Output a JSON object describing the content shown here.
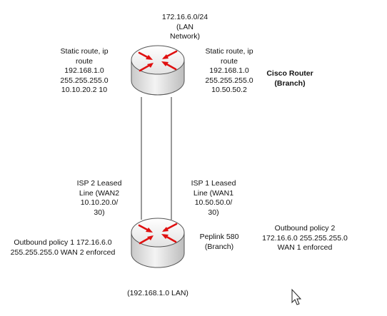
{
  "lan_network": {
    "lines": [
      "172.16.6.0/24",
      "(LAN",
      "Network)"
    ]
  },
  "cisco_router": {
    "label_lines": [
      "Cisco Router",
      "(Branch)"
    ],
    "static_route_left": [
      "Static route, ip",
      "route",
      "192.168.1.0",
      "255.255.255.0",
      "10.10.20.2 10"
    ],
    "static_route_right": [
      "Static route, ip",
      "route",
      "192.168.1.0",
      "255.255.255.0",
      "10.50.50.2"
    ]
  },
  "links": {
    "isp2": [
      "ISP 2 Leased",
      "Line (WAN2",
      "10.10.20.0/",
      "30)"
    ],
    "isp1": [
      "ISP 1 Leased",
      "Line (WAN1",
      "10.50.50.0/",
      "30)"
    ]
  },
  "peplink_router": {
    "label_lines": [
      "Peplink 580",
      "(Branch)"
    ],
    "outbound_policy_1": [
      "Outbound policy 1 172.16.6.0",
      "255.255.255.0 WAN 2 enforced"
    ],
    "outbound_policy_2": [
      "Outbound policy 2",
      "172.16.6.0 255.255.255.0",
      "WAN 1 enforced"
    ],
    "lan_label": "(192.168.1.0 LAN)"
  },
  "colors": {
    "router_arrow": "#e01010",
    "router_body": "#e6e6e6",
    "line": "#333333"
  },
  "icons": {
    "router": "router-icon",
    "cursor": "mouse-pointer-icon"
  }
}
